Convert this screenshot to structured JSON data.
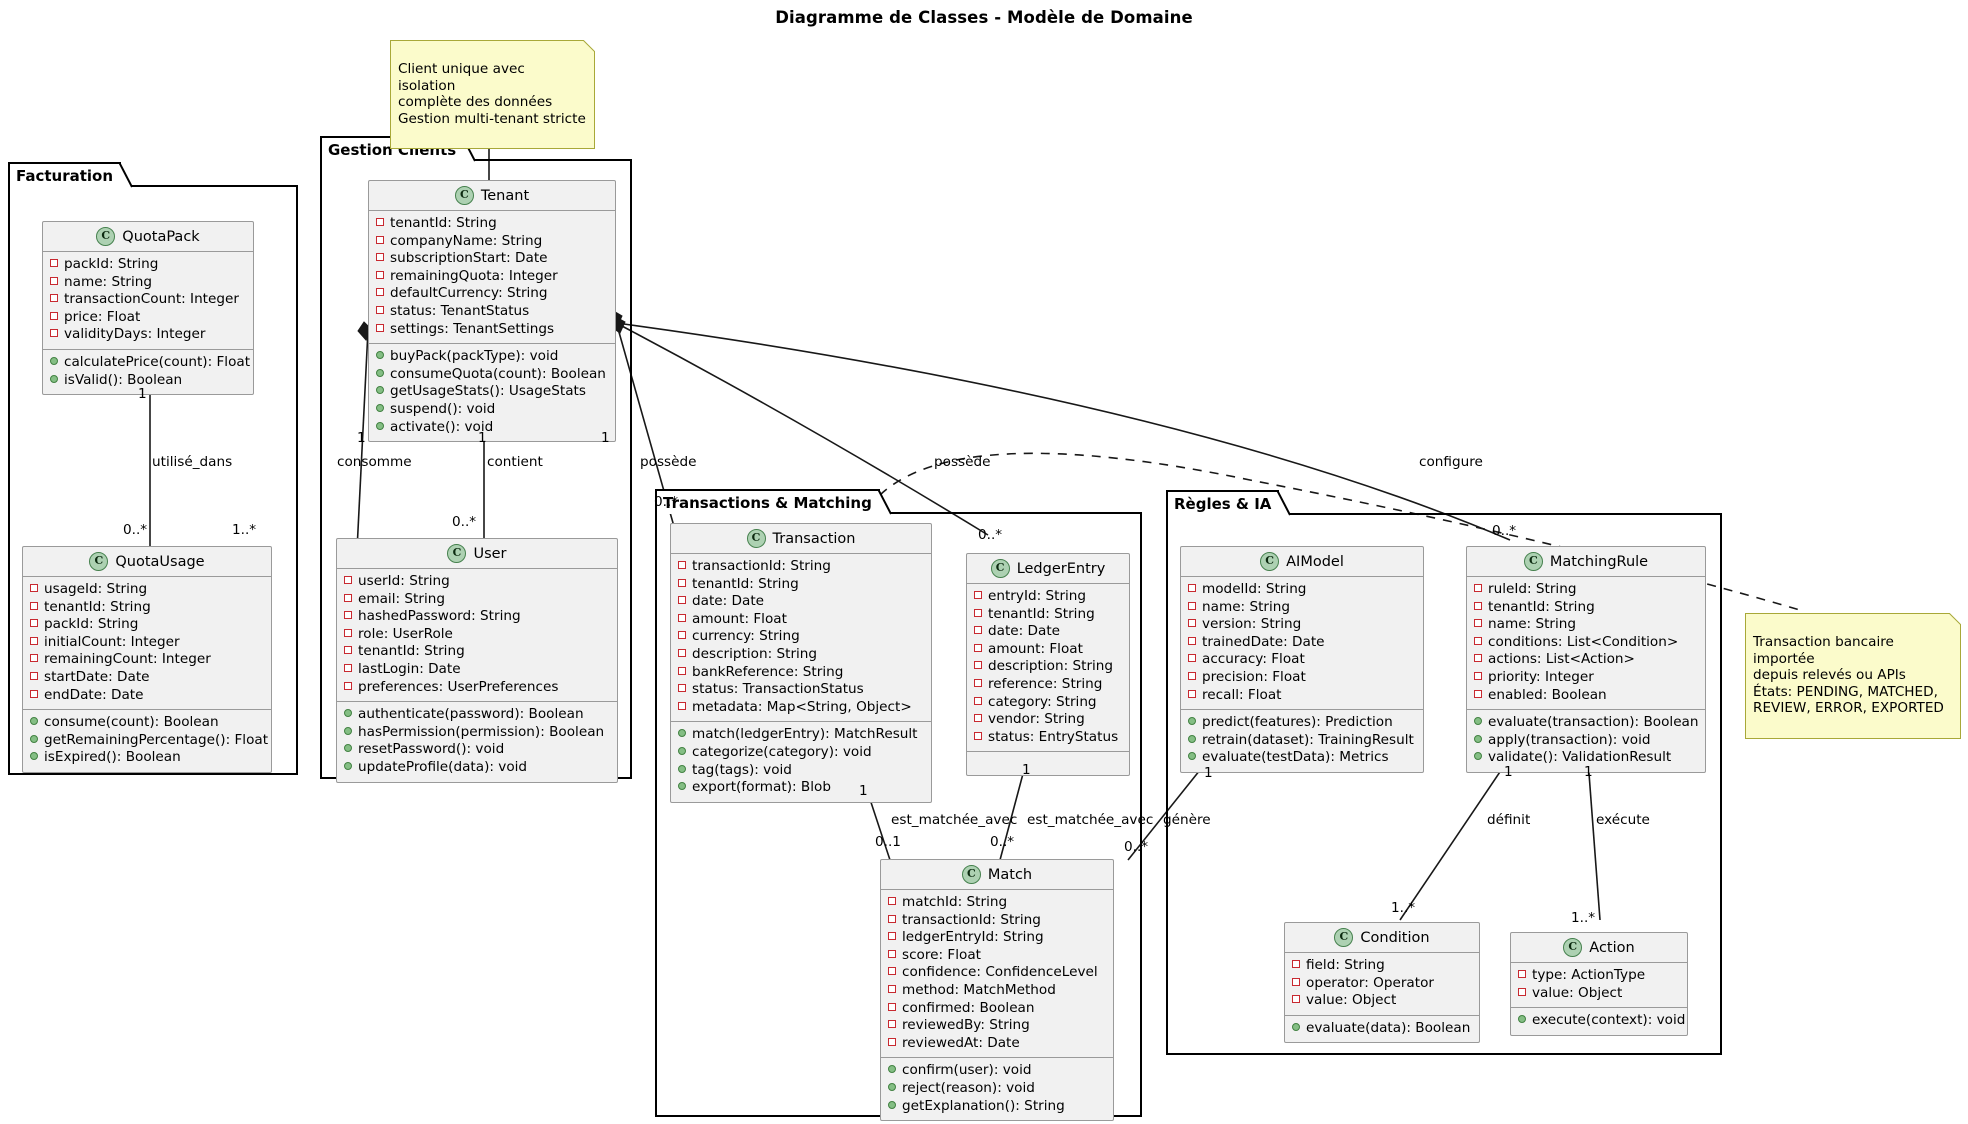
{
  "diagram": {
    "title": "Diagramme de Classes - Modèle de Domaine",
    "type": "uml-class-diagram"
  },
  "packages": [
    {
      "id": "facturation",
      "label": "Facturation"
    },
    {
      "id": "gestion-clients",
      "label": "Gestion Clients"
    },
    {
      "id": "transactions-matching",
      "label": "Transactions & Matching"
    },
    {
      "id": "regles-ia",
      "label": "Règles & IA"
    }
  ],
  "classes": {
    "quotapack": {
      "name": "QuotaPack",
      "stereotype": "C",
      "attributes": [
        "packId: String",
        "name: String",
        "transactionCount: Integer",
        "price: Float",
        "validityDays: Integer"
      ],
      "methods": [
        "calculatePrice(count): Float",
        "isValid(): Boolean"
      ]
    },
    "quotausage": {
      "name": "QuotaUsage",
      "stereotype": "C",
      "attributes": [
        "usageId: String",
        "tenantId: String",
        "packId: String",
        "initialCount: Integer",
        "remainingCount: Integer",
        "startDate: Date",
        "endDate: Date"
      ],
      "methods": [
        "consume(count): Boolean",
        "getRemainingPercentage(): Float",
        "isExpired(): Boolean"
      ]
    },
    "tenant": {
      "name": "Tenant",
      "stereotype": "C",
      "attributes": [
        "tenantId: String",
        "companyName: String",
        "subscriptionStart: Date",
        "remainingQuota: Integer",
        "defaultCurrency: String",
        "status: TenantStatus",
        "settings: TenantSettings"
      ],
      "methods": [
        "buyPack(packType): void",
        "consumeQuota(count): Boolean",
        "getUsageStats(): UsageStats",
        "suspend(): void",
        "activate(): void"
      ]
    },
    "user": {
      "name": "User",
      "stereotype": "C",
      "attributes": [
        "userId: String",
        "email: String",
        "hashedPassword: String",
        "role: UserRole",
        "tenantId: String",
        "lastLogin: Date",
        "preferences: UserPreferences"
      ],
      "methods": [
        "authenticate(password): Boolean",
        "hasPermission(permission): Boolean",
        "resetPassword(): void",
        "updateProfile(data): void"
      ]
    },
    "transaction": {
      "name": "Transaction",
      "stereotype": "C",
      "attributes": [
        "transactionId: String",
        "tenantId: String",
        "date: Date",
        "amount: Float",
        "currency: String",
        "description: String",
        "bankReference: String",
        "status: TransactionStatus",
        "metadata: Map<String, Object>"
      ],
      "methods": [
        "match(ledgerEntry): MatchResult",
        "categorize(category): void",
        "tag(tags): void",
        "export(format): Blob"
      ]
    },
    "ledgerentry": {
      "name": "LedgerEntry",
      "stereotype": "C",
      "attributes": [
        "entryId: String",
        "tenantId: String",
        "date: Date",
        "amount: Float",
        "description: String",
        "reference: String",
        "category: String",
        "vendor: String",
        "status: EntryStatus"
      ],
      "methods": []
    },
    "match": {
      "name": "Match",
      "stereotype": "C",
      "attributes": [
        "matchId: String",
        "transactionId: String",
        "ledgerEntryId: String",
        "score: Float",
        "confidence: ConfidenceLevel",
        "method: MatchMethod",
        "confirmed: Boolean",
        "reviewedBy: String",
        "reviewedAt: Date"
      ],
      "methods": [
        "confirm(user): void",
        "reject(reason): void",
        "getExplanation(): String"
      ]
    },
    "aimodel": {
      "name": "AIModel",
      "stereotype": "C",
      "attributes": [
        "modelId: String",
        "name: String",
        "version: String",
        "trainedDate: Date",
        "accuracy: Float",
        "precision: Float",
        "recall: Float"
      ],
      "methods": [
        "predict(features): Prediction",
        "retrain(dataset): TrainingResult",
        "evaluate(testData): Metrics"
      ]
    },
    "matchingrule": {
      "name": "MatchingRule",
      "stereotype": "C",
      "attributes": [
        "ruleId: String",
        "tenantId: String",
        "name: String",
        "conditions: List<Condition>",
        "actions: List<Action>",
        "priority: Integer",
        "enabled: Boolean"
      ],
      "methods": [
        "evaluate(transaction): Boolean",
        "apply(transaction): void",
        "validate(): ValidationResult"
      ]
    },
    "condition": {
      "name": "Condition",
      "stereotype": "C",
      "attributes": [
        "field: String",
        "operator: Operator",
        "value: Object"
      ],
      "methods": [
        "evaluate(data): Boolean"
      ]
    },
    "action": {
      "name": "Action",
      "stereotype": "C",
      "attributes": [
        "type: ActionType",
        "value: Object"
      ],
      "methods": [
        "execute(context): void"
      ]
    }
  },
  "notes": [
    {
      "id": "note-tenant",
      "text": "Client unique avec isolation\ncomplète des données\nGestion multi-tenant stricte"
    },
    {
      "id": "note-transaction",
      "text": "Transaction bancaire importée\ndepuis relevés ou APIs\nÉtats: PENDING, MATCHED,\nREVIEW, ERROR, EXPORTED"
    }
  ],
  "relations": [
    {
      "id": "rel-utilise-dans",
      "label": "utilisé_dans",
      "source_mult": "1",
      "target_mult": "0..*"
    },
    {
      "id": "rel-consomme",
      "label": "consomme",
      "source_mult": "1",
      "target_mult": "1..*"
    },
    {
      "id": "rel-contient",
      "label": "contient",
      "source_mult": "1",
      "target_mult": "0..*"
    },
    {
      "id": "rel-possede-transaction",
      "label": "possède",
      "source_mult": "1",
      "target_mult": "0..*"
    },
    {
      "id": "rel-possede-ledger",
      "label": "possède",
      "source_mult": "1",
      "target_mult": "0..*"
    },
    {
      "id": "rel-configure",
      "label": "configure",
      "source_mult": "1",
      "target_mult": "0..*"
    },
    {
      "id": "rel-matchee-transaction",
      "label": "est_matchée_avec",
      "source_mult": "1",
      "target_mult": "0..1"
    },
    {
      "id": "rel-matchee-ledger",
      "label": "est_matchée_avec",
      "source_mult": "1",
      "target_mult": "0..*"
    },
    {
      "id": "rel-genere",
      "label": "génère",
      "source_mult": "1",
      "target_mult": "0..*"
    },
    {
      "id": "rel-definit",
      "label": "définit",
      "source_mult": "1",
      "target_mult": "1..*"
    },
    {
      "id": "rel-execute",
      "label": "exécute",
      "source_mult": "1",
      "target_mult": "1..*"
    }
  ],
  "edge_labels": {
    "utilise_dans": "utilisé_dans",
    "consomme": "consomme",
    "contient": "contient",
    "possede_1": "possède",
    "possede_2": "possède",
    "configure": "configure",
    "matchee_1": "est_matchée_avec",
    "matchee_2": "est_matchée_avec",
    "genere": "génère",
    "definit": "définit",
    "execute": "exécute"
  },
  "multiplicities": {
    "quotapack_1": "1",
    "quotausage_0n": "0..*",
    "quotausage_1n": "1..*",
    "tenant_consomme_1": "1",
    "tenant_contient_1": "1",
    "user_0n": "0..*",
    "tenant_possede_1": "1",
    "transaction_0n": "0..*",
    "ledger_0n": "0..*",
    "matchingrule_0n": "0..*",
    "transaction_match_1": "1",
    "match_01": "0..1",
    "match_0n_a": "0..*",
    "ledger_match_1": "1",
    "match_0n_b": "0..*",
    "aimodel_1": "1",
    "match_genere_0n": "0..*",
    "rule_definit_1": "1",
    "condition_1n": "1..*",
    "rule_execute_1": "1",
    "action_1n": "1..*"
  },
  "colors": {
    "class_fill": "#F1F1F1",
    "class_border": "#9A9A9A",
    "badge_fill": "#ADD1B2",
    "private_marker": "#C82930",
    "public_marker": "#84BE84",
    "note_fill": "#FBFBCB",
    "note_border": "#A8A838",
    "line": "#181818"
  }
}
